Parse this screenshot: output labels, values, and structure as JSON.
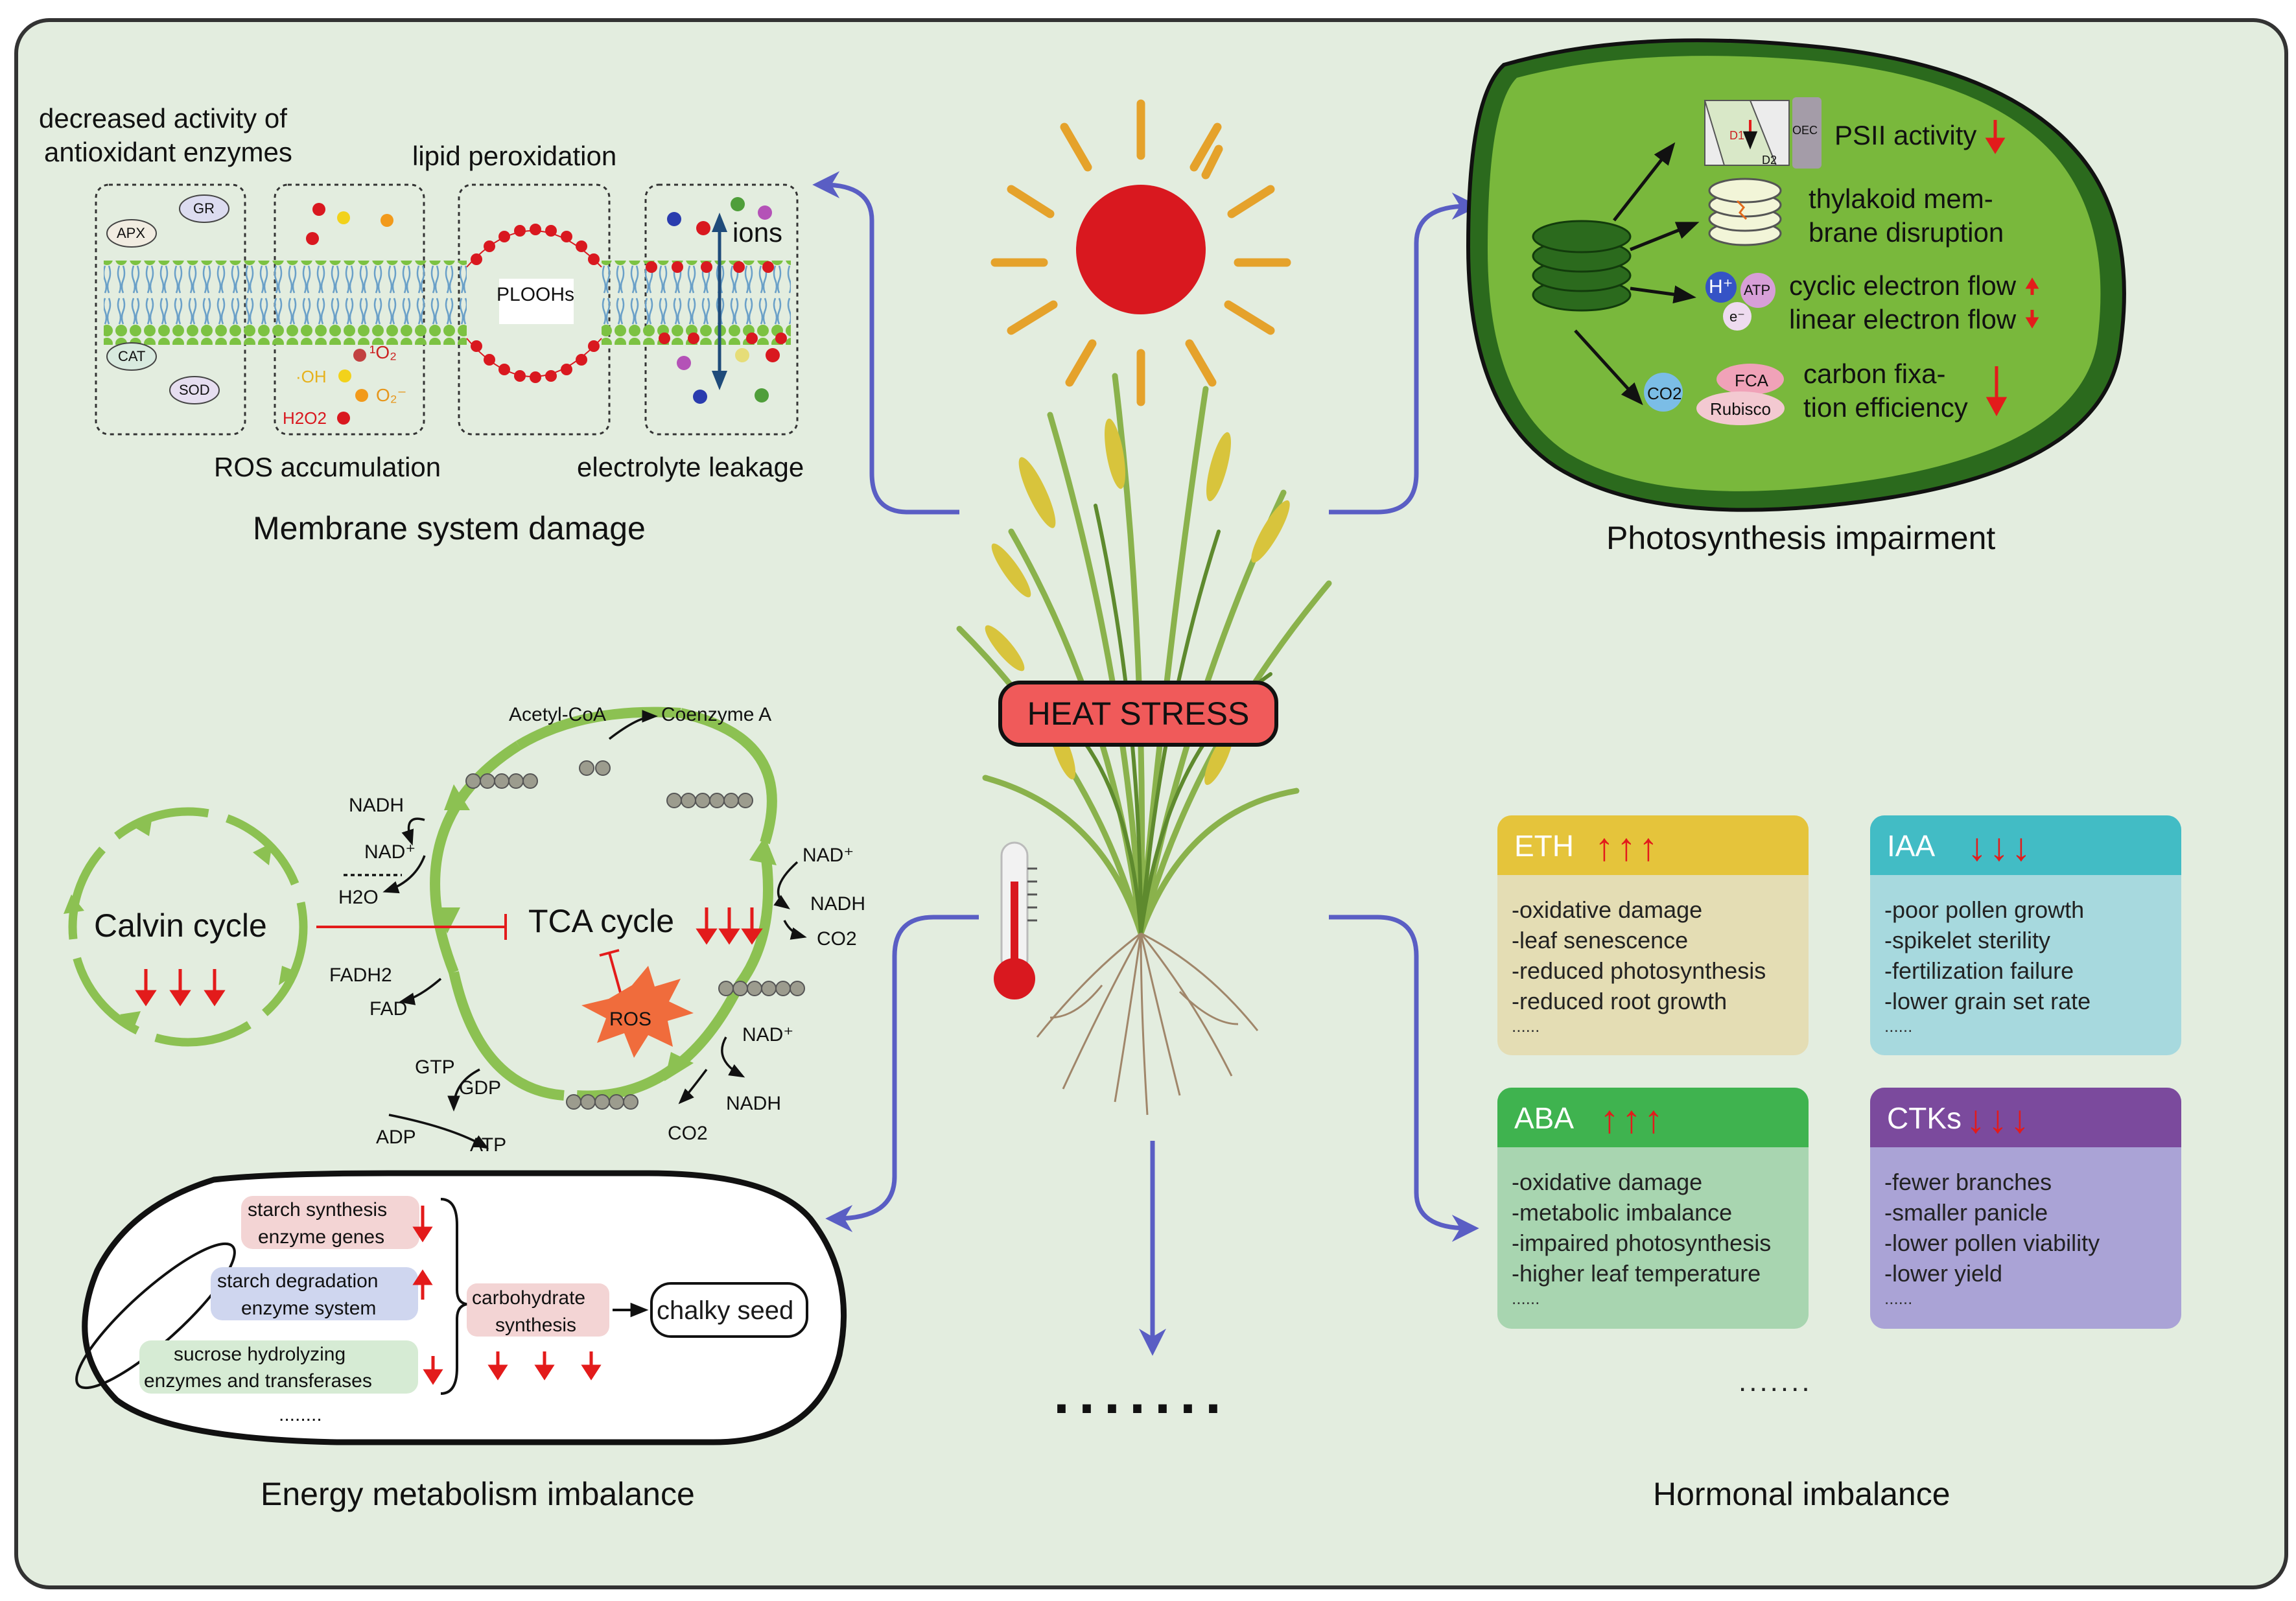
{
  "center": {
    "heat_stress": "HEAT STRESS",
    "dots_center": ".......",
    "dots_right": "......."
  },
  "membrane": {
    "caption": "Membrane system damage",
    "antioxidant_line1": "decreased activity of",
    "antioxidant_line2": "antioxidant enzymes",
    "lipid_peroxidation": "lipid peroxidation",
    "ions": "ions",
    "ros_accumulation": "ROS accumulation",
    "electrolyte_leakage": "electrolyte leakage",
    "plooh": "PLOOHs",
    "enzymes": [
      "APX",
      "GR",
      "CAT",
      "SOD"
    ],
    "ros": {
      "singlet": "¹O₂",
      "hydroxyl": "·OH",
      "superoxide": "O₂⁻",
      "peroxide": "H2O2"
    }
  },
  "photosynthesis": {
    "caption": "Photosynthesis impairment",
    "psii": "PSII activity",
    "thylakoid_1": "thylakoid mem-",
    "thylakoid_2": "brane disruption",
    "cyclic": "cyclic electron flow",
    "linear": "linear electron flow",
    "carbon_1": "carbon fixa-",
    "carbon_2": "tion efficiency",
    "oec": "OEC",
    "d1": "D1",
    "d2": "D2",
    "h_plus": "H⁺",
    "atp": "ATP",
    "e_minus": "e⁻",
    "co2": "CO2",
    "fca": "FCA",
    "rubisco": "Rubisco"
  },
  "energy": {
    "caption": "Energy metabolism imbalance",
    "calvin": "Calvin cycle",
    "tca": "TCA cycle",
    "ros": "ROS",
    "acetyl": "Acetyl-CoA",
    "coenzyme": "Coenzyme A",
    "nadh": "NADH",
    "nad": "NAD⁺",
    "h2o": "H2O",
    "co2": "CO2",
    "fadh2": "FADH2",
    "fad": "FAD",
    "gtp": "GTP",
    "gdp": "GDP",
    "adp": "ADP",
    "atp": "ATP",
    "seed": {
      "starch_synth_1": "starch synthesis",
      "starch_synth_2": "enzyme genes",
      "starch_deg_1": "starch degradation",
      "starch_deg_2": "enzyme system",
      "sucrose_1": "sucrose hydrolyzing",
      "sucrose_2": "enzymes and transferases",
      "dots": "........",
      "carb_1": "carbohydrate",
      "carb_2": "synthesis",
      "chalky": "chalky seed"
    }
  },
  "hormones": {
    "caption": "Hormonal imbalance",
    "boxes": [
      {
        "name": "ETH",
        "arrows": "↑↑↑",
        "head": "#e5c43b",
        "body": "#e4ddb4",
        "items": [
          "-oxidative damage",
          "-leaf senescence",
          "-reduced photosynthesis",
          "-reduced root growth"
        ],
        "dots": "......"
      },
      {
        "name": "IAA",
        "arrows": "↓↓↓",
        "head": "#42bcc5",
        "body": "#a7d9de",
        "items": [
          "-poor pollen growth",
          "-spikelet sterility",
          "-fertilization failure",
          "-lower grain set rate"
        ],
        "dots": "......"
      },
      {
        "name": "ABA",
        "arrows": "↑↑↑",
        "head": "#3fb34f",
        "body": "#a8d5b0",
        "items": [
          "-oxidative damage",
          "-metabolic imbalance",
          "-impaired photosynthesis",
          "-higher leaf temperature"
        ],
        "dots": "......"
      },
      {
        "name": "CTKs",
        "arrows": "↓↓↓",
        "head": "#7b4a9d",
        "body": "#aaa3d6",
        "items": [
          "-fewer branches",
          "-smaller panicle",
          "-lower pollen viability",
          "-lower yield"
        ],
        "dots": "......"
      }
    ]
  },
  "colors": {
    "arrow_blue": "#5a5ec4",
    "red": "#e31b1b",
    "sun": "#d9181f",
    "ray": "#e5a22b",
    "cycle_green": "#8cc152"
  }
}
